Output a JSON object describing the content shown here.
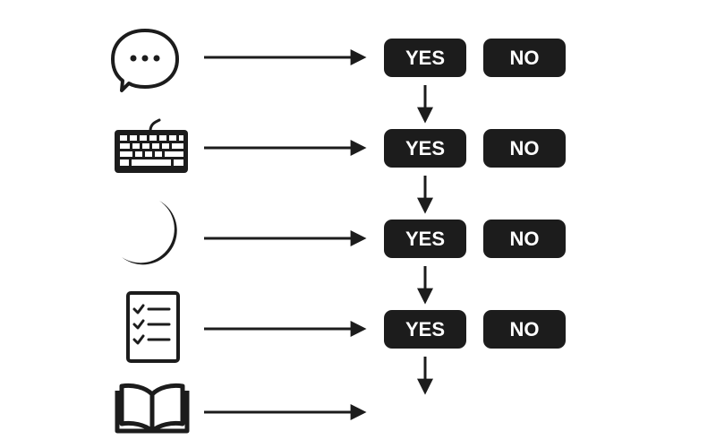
{
  "colors": {
    "ink": "#1c1c1c",
    "pill_text": "#ffffff",
    "background": "#ffffff"
  },
  "steps": [
    {
      "icon": "speech-bubble-icon",
      "yes_label": "YES",
      "no_label": "NO"
    },
    {
      "icon": "keyboard-icon",
      "yes_label": "YES",
      "no_label": "NO"
    },
    {
      "icon": "crescent-moon-icon",
      "yes_label": "YES",
      "no_label": "NO"
    },
    {
      "icon": "checklist-icon",
      "yes_label": "YES",
      "no_label": "NO"
    },
    {
      "icon": "open-book-icon"
    }
  ]
}
